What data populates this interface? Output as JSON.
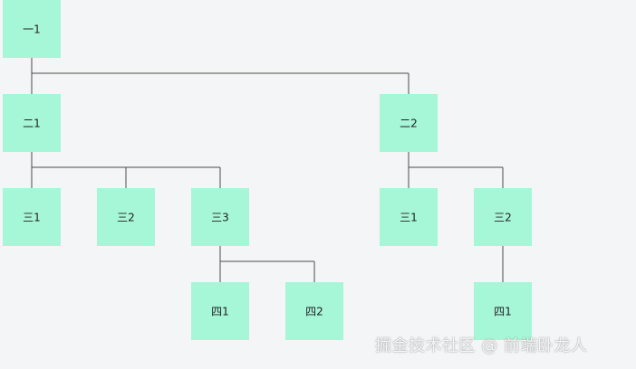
{
  "tree": {
    "label": "一1",
    "children": [
      {
        "label": "二1",
        "children": [
          {
            "label": "三1",
            "children": []
          },
          {
            "label": "三2",
            "children": []
          },
          {
            "label": "三3",
            "children": [
              {
                "label": "四1",
                "children": []
              },
              {
                "label": "四2",
                "children": []
              }
            ]
          }
        ]
      },
      {
        "label": "二2",
        "children": [
          {
            "label": "三1",
            "children": []
          },
          {
            "label": "三2",
            "children": [
              {
                "label": "四1",
                "children": []
              }
            ]
          }
        ]
      }
    ]
  },
  "colors": {
    "node_fill": "#a6f6d8",
    "link": "#4a4a4a",
    "background": "#f4f5f7"
  },
  "watermark": "掘金技术社区 @ 前端卧龙人"
}
